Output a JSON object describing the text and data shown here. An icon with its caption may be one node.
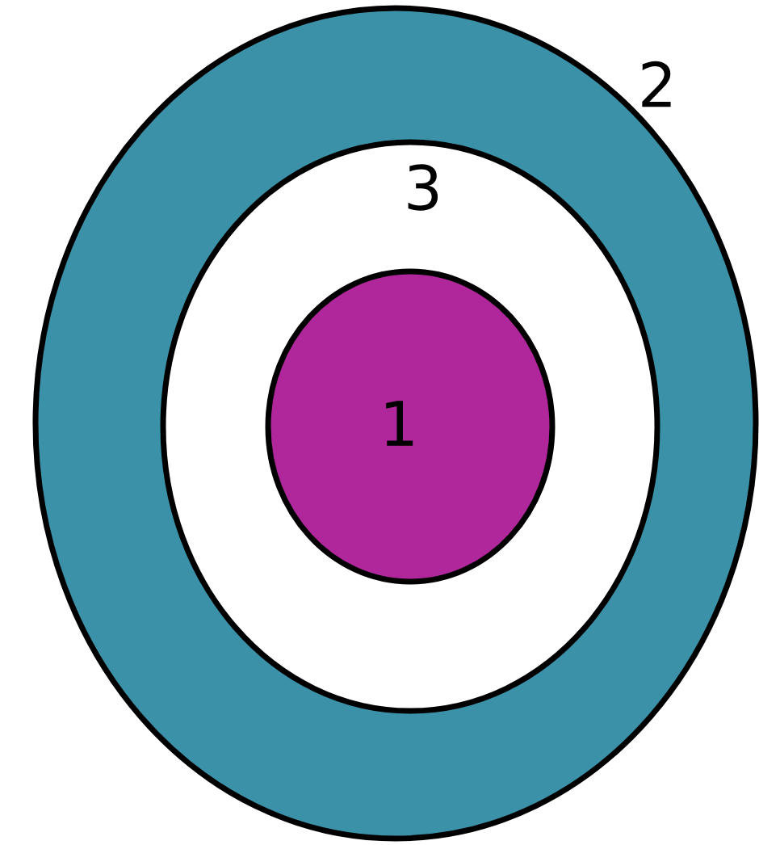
{
  "diagram": {
    "nodes": [
      {
        "text": [
          "2"
        ]
      },
      {
        "text": [
          "3"
        ],
        "in": 0
      },
      {
        "text": [
          "1"
        ],
        "in": 1
      }
    ]
  }
}
